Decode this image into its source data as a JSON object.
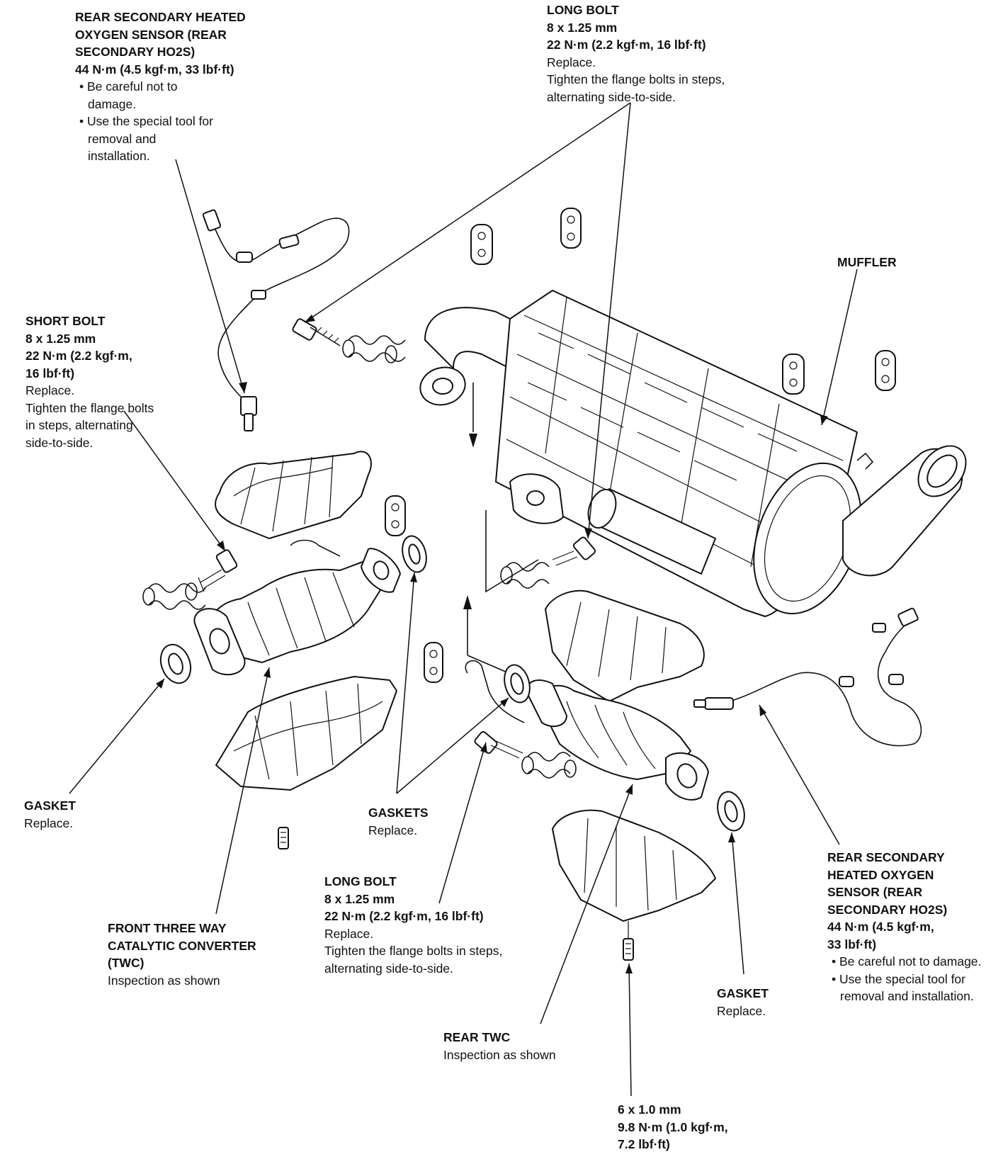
{
  "callouts": {
    "rear_sensor_top": {
      "title_lines": [
        "REAR SECONDARY HEATED",
        "OXYGEN SENSOR (REAR",
        "SECONDARY HO2S)"
      ],
      "torque": "44 N·m (4.5 kgf·m, 33 lbf·ft)",
      "notes": [
        "• Be careful not to damage.",
        "• Use the special tool for removal and installation."
      ]
    },
    "long_bolt_top": {
      "title": "LONG BOLT",
      "size": "8 x 1.25 mm",
      "torque": "22 N·m (2.2 kgf·m, 16 lbf·ft)",
      "action": "Replace.",
      "notes": [
        "Tighten the flange bolts in steps,",
        "alternating side-to-side."
      ]
    },
    "muffler": {
      "title": "MUFFLER"
    },
    "short_bolt": {
      "title": "SHORT BOLT",
      "size": "8 x 1.25 mm",
      "torque_lines": [
        "22 N·m (2.2 kgf·m,",
        "16 lbf·ft)"
      ],
      "action": "Replace.",
      "notes": [
        "Tighten the flange bolts",
        "in steps, alternating",
        "side-to-side."
      ]
    },
    "gasket_left": {
      "title": "GASKET",
      "action": "Replace."
    },
    "gaskets_center": {
      "title": "GASKETS",
      "action": "Replace."
    },
    "long_bolt_bottom": {
      "title": "LONG BOLT",
      "size": "8 x 1.25 mm",
      "torque": "22 N·m (2.2 kgf·m, 16 lbf·ft)",
      "action": "Replace.",
      "notes": [
        "Tighten the flange bolts in steps,",
        "alternating side-to-side."
      ]
    },
    "front_twc": {
      "title_lines": [
        "FRONT THREE WAY",
        "CATALYTIC CONVERTER",
        "(TWC)"
      ],
      "note": "Inspection as shown"
    },
    "rear_twc": {
      "title": "REAR TWC",
      "note": "Inspection as shown"
    },
    "gasket_right": {
      "title": "GASKET",
      "action": "Replace."
    },
    "rear_sensor_bottom": {
      "title_lines": [
        "REAR SECONDARY",
        "HEATED OXYGEN",
        "SENSOR (REAR",
        "SECONDARY HO2S)"
      ],
      "torque_lines": [
        "44 N·m (4.5 kgf·m,",
        "33 lbf·ft)"
      ],
      "notes": [
        "• Be careful not to damage.",
        "• Use the special tool for removal and installation."
      ]
    },
    "small_bolt": {
      "size": "6 x 1.0 mm",
      "torque_lines": [
        "9.8 N·m (1.0 kgf·m,",
        "7.2 lbf·ft)"
      ]
    }
  }
}
